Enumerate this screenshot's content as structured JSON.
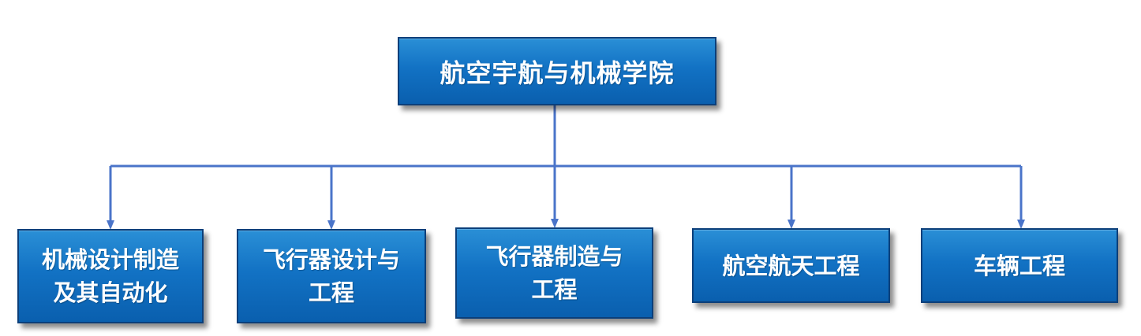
{
  "root": {
    "label": "航空宇航与机械学院"
  },
  "children": [
    {
      "label": "机械设计制造\n及其自动化"
    },
    {
      "label": "飞行器设计与\n工程"
    },
    {
      "label": "飞行器制造与\n工程"
    },
    {
      "label": "航空航天工程"
    },
    {
      "label": "车辆工程"
    }
  ],
  "colors": {
    "node_fill": "#1272c4",
    "node_border": "#0b3f7a",
    "connector": "#4a74c9",
    "text": "#ffffff"
  }
}
